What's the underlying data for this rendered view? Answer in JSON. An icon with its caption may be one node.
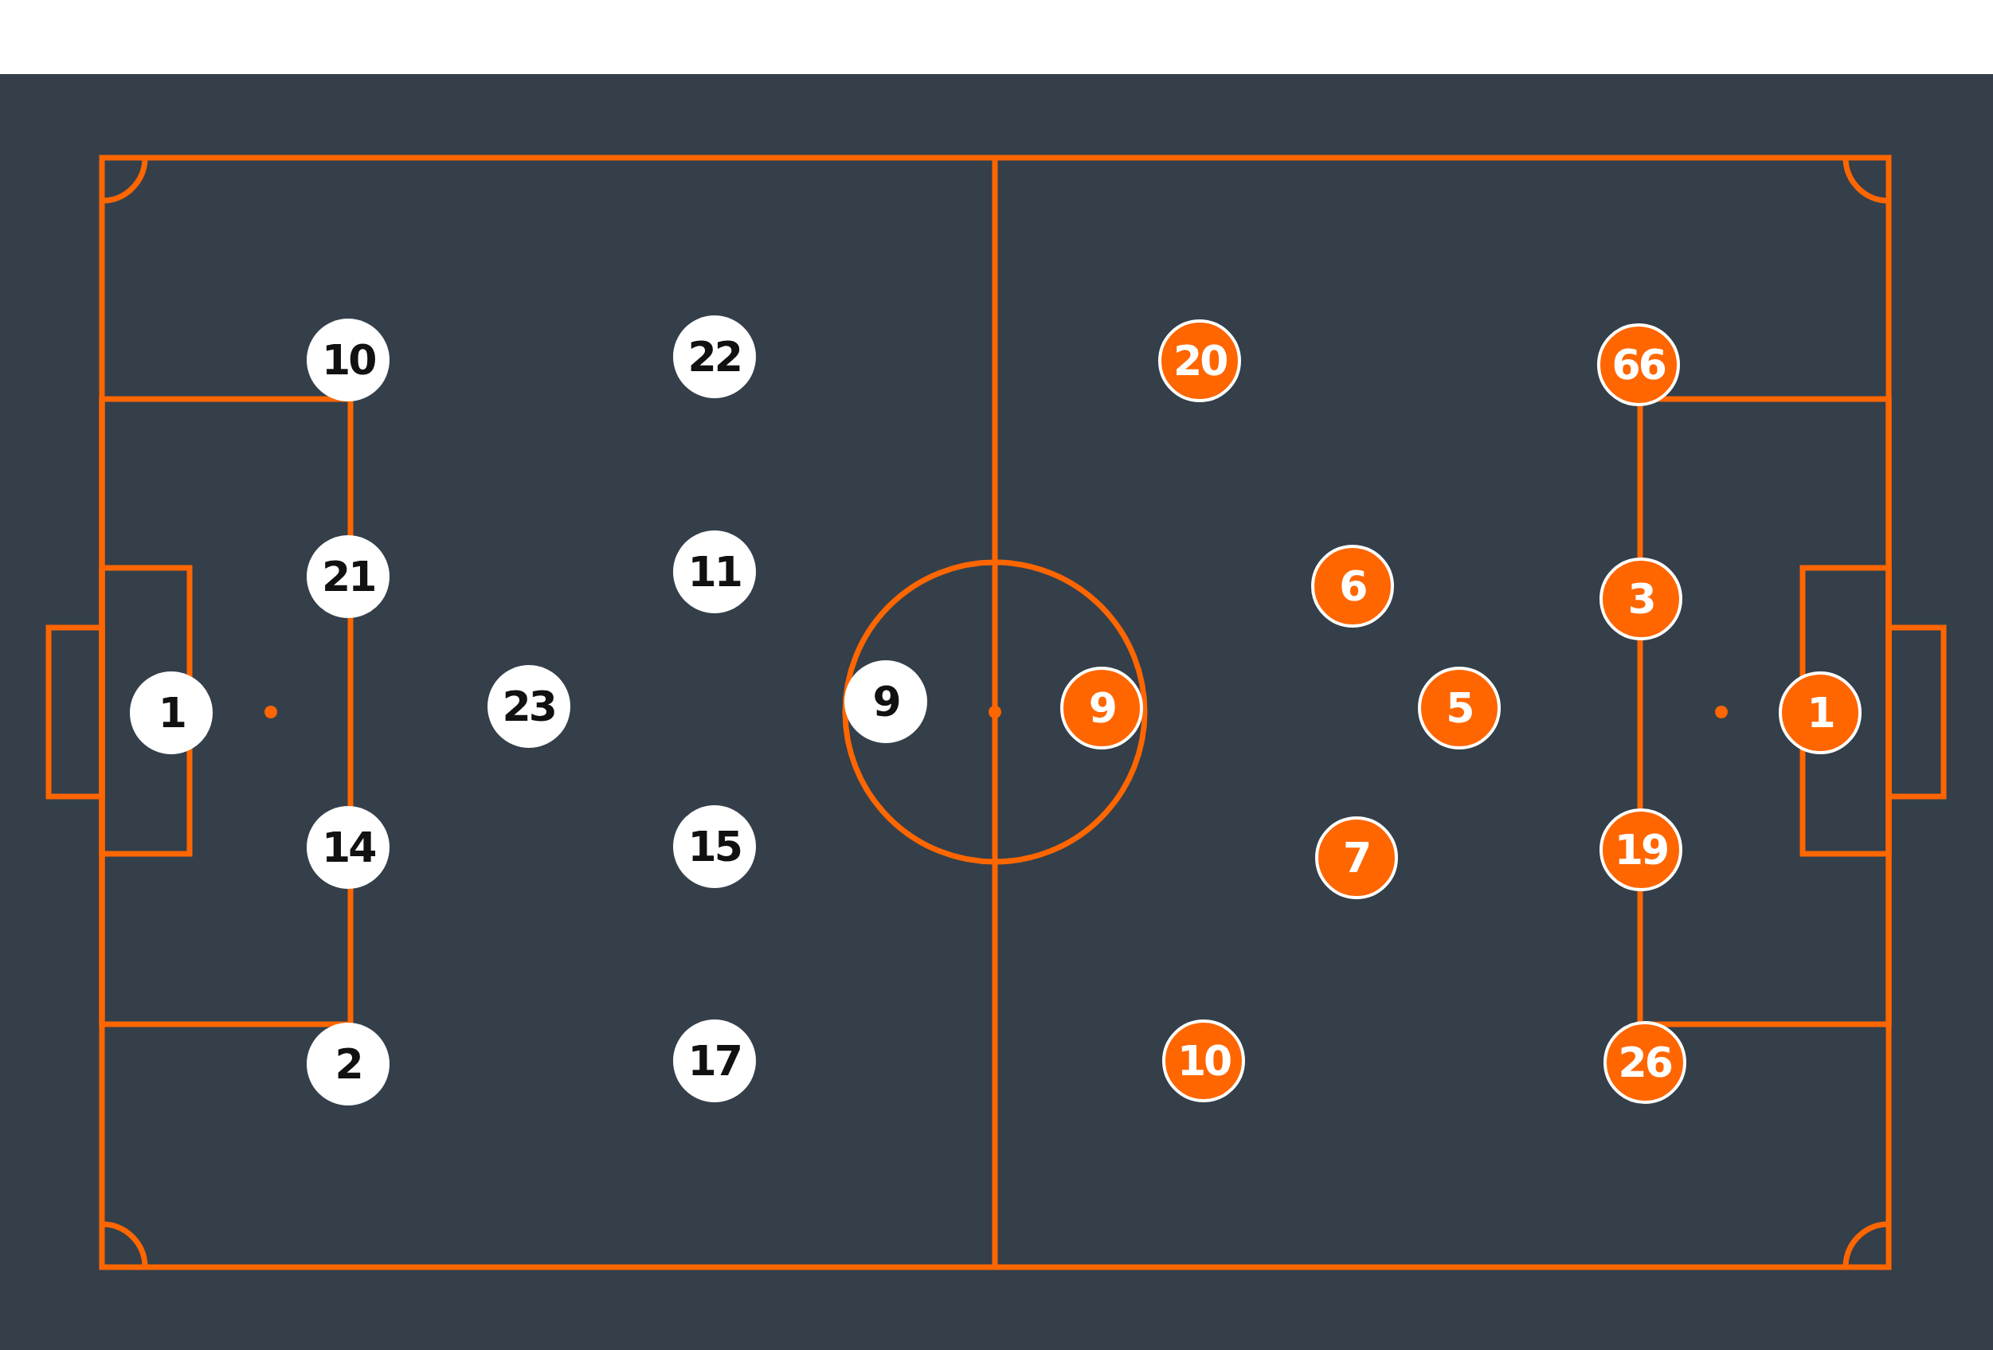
{
  "diagram": {
    "nodes": [
      {
        "text": [
          "10"
        ]
      },
      {
        "text": [
          "22"
        ]
      },
      {
        "text": [
          "21"
        ]
      },
      {
        "text": [
          "11"
        ]
      },
      {
        "text": [
          "1"
        ]
      },
      {
        "text": [
          "23"
        ]
      },
      {
        "text": [
          "9"
        ]
      },
      {
        "text": [
          "14"
        ]
      },
      {
        "text": [
          "15"
        ]
      },
      {
        "text": [
          "2"
        ]
      },
      {
        "text": [
          "17"
        ]
      },
      {
        "text": [
          "20"
        ]
      },
      {
        "text": [
          "66"
        ]
      },
      {
        "text": [
          "6"
        ]
      },
      {
        "text": [
          "3"
        ]
      },
      {
        "text": [
          "9"
        ]
      },
      {
        "text": [
          "5"
        ]
      },
      {
        "text": [
          "1"
        ]
      },
      {
        "text": [
          "7"
        ]
      },
      {
        "text": [
          "19"
        ]
      },
      {
        "text": [
          "10"
        ]
      },
      {
        "text": [
          "26"
        ]
      }
    ]
  }
}
